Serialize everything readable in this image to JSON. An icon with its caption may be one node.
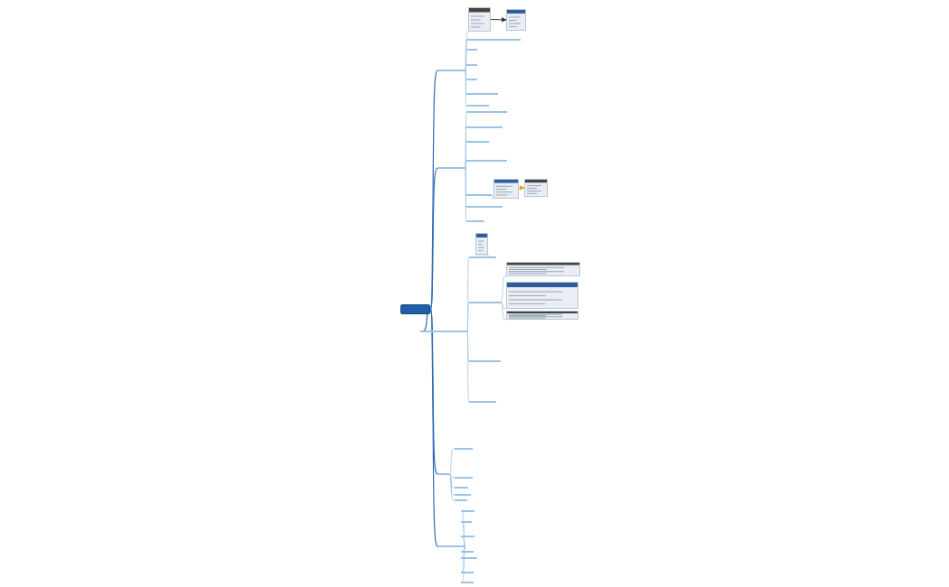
{
  "diagram": {
    "nodes": [
      {
        "text": [],
        "shape": "box"
      },
      {
        "text": [],
        "shape": "bar"
      },
      {
        "text": [],
        "shape": "bar"
      },
      {
        "text": [],
        "shape": "bar"
      },
      {
        "text": [],
        "shape": "bar"
      },
      {
        "text": [],
        "shape": "bar"
      },
      {
        "text": [],
        "shape": "picture"
      },
      {
        "text": [],
        "shape": "picture"
      },
      {
        "text": [],
        "shape": "bar"
      },
      {
        "text": [],
        "shape": "bar"
      },
      {
        "text": [],
        "shape": "bar"
      },
      {
        "text": [],
        "shape": "bar"
      },
      {
        "text": [],
        "shape": "bar"
      },
      {
        "text": [],
        "shape": "bar"
      },
      {
        "text": [],
        "shape": "bar"
      },
      {
        "text": [],
        "shape": "bar"
      },
      {
        "text": [],
        "shape": "bar"
      },
      {
        "text": [],
        "shape": "bar"
      },
      {
        "text": [],
        "shape": "bar"
      },
      {
        "text": [],
        "shape": "bar"
      },
      {
        "text": [],
        "shape": "bar"
      },
      {
        "text": [],
        "shape": "bar"
      },
      {
        "text": [],
        "shape": "bar"
      },
      {
        "text": [],
        "shape": "bar"
      },
      {
        "text": [],
        "shape": "bar"
      },
      {
        "text": [],
        "shape": "picture"
      },
      {
        "text": [],
        "shape": "picture"
      },
      {
        "text": [],
        "shape": "picture"
      },
      {
        "text": [],
        "shape": "picture"
      },
      {
        "text": [],
        "shape": "bar"
      },
      {
        "text": [],
        "shape": "bar"
      },
      {
        "text": [],
        "shape": "bar"
      },
      {
        "text": [],
        "shape": "bar"
      },
      {
        "text": [],
        "shape": "bar"
      },
      {
        "text": [],
        "shape": "bar"
      },
      {
        "text": [],
        "shape": "bar"
      },
      {
        "text": [],
        "shape": "bar"
      },
      {
        "text": [],
        "shape": "bar"
      },
      {
        "text": [],
        "shape": "bar"
      },
      {
        "text": [],
        "shape": "bar"
      },
      {
        "text": [],
        "shape": "bar"
      },
      {
        "text": [],
        "shape": "picture"
      },
      {
        "text": [],
        "shape": "picture"
      }
    ],
    "edges": [
      {
        "from": 0,
        "to": 1,
        "arrow": "none",
        "color": "#2e6db4"
      },
      {
        "from": 0,
        "to": 2,
        "arrow": "none",
        "color": "#2e6db4"
      },
      {
        "from": 0,
        "to": 3,
        "arrow": "none",
        "color": "#2e6db4"
      },
      {
        "from": 0,
        "to": 4,
        "arrow": "none",
        "color": "#2e6db4"
      },
      {
        "from": 0,
        "to": 5,
        "arrow": "none",
        "color": "#2e6db4"
      },
      {
        "from": 1,
        "to": 6,
        "arrow": "none"
      },
      {
        "from": 6,
        "to": 7,
        "arrow": "to",
        "color": "#333333"
      },
      {
        "from": 1,
        "to": 8,
        "arrow": "none"
      },
      {
        "from": 1,
        "to": 9,
        "arrow": "none"
      },
      {
        "from": 1,
        "to": 10,
        "arrow": "none"
      },
      {
        "from": 1,
        "to": 11,
        "arrow": "none"
      },
      {
        "from": 1,
        "to": 12,
        "arrow": "none"
      },
      {
        "from": 1,
        "to": 13,
        "arrow": "none"
      },
      {
        "from": 2,
        "to": 14,
        "arrow": "none"
      },
      {
        "from": 2,
        "to": 15,
        "arrow": "none"
      },
      {
        "from": 2,
        "to": 16,
        "arrow": "none"
      },
      {
        "from": 2,
        "to": 17,
        "arrow": "none"
      },
      {
        "from": 2,
        "to": 18,
        "arrow": "none"
      },
      {
        "from": 2,
        "to": 19,
        "arrow": "none"
      },
      {
        "from": 2,
        "to": 20,
        "arrow": "none"
      },
      {
        "from": 3,
        "to": 21,
        "arrow": "none"
      },
      {
        "from": 3,
        "to": 22,
        "arrow": "none"
      },
      {
        "from": 3,
        "to": 23,
        "arrow": "none"
      },
      {
        "from": 3,
        "to": 24,
        "arrow": "none"
      },
      {
        "from": 21,
        "to": 25,
        "arrow": "none"
      },
      {
        "from": 22,
        "to": 26,
        "arrow": "none"
      },
      {
        "from": 22,
        "to": 27,
        "arrow": "none"
      },
      {
        "from": 22,
        "to": 28,
        "arrow": "none"
      },
      {
        "from": 4,
        "to": 29,
        "arrow": "none"
      },
      {
        "from": 4,
        "to": 30,
        "arrow": "none"
      },
      {
        "from": 4,
        "to": 31,
        "arrow": "none"
      },
      {
        "from": 4,
        "to": 32,
        "arrow": "none"
      },
      {
        "from": 4,
        "to": 33,
        "arrow": "none"
      },
      {
        "from": 5,
        "to": 34,
        "arrow": "none"
      },
      {
        "from": 5,
        "to": 35,
        "arrow": "none"
      },
      {
        "from": 5,
        "to": 36,
        "arrow": "none"
      },
      {
        "from": 5,
        "to": 37,
        "arrow": "none"
      },
      {
        "from": 5,
        "to": 38,
        "arrow": "none"
      },
      {
        "from": 5,
        "to": 39,
        "arrow": "none"
      },
      {
        "from": 5,
        "to": 40,
        "arrow": "none"
      },
      {
        "from": 18,
        "to": 41,
        "arrow": "none"
      },
      {
        "from": 41,
        "to": 42,
        "arrow": "to",
        "color": "#f0a000"
      }
    ]
  }
}
